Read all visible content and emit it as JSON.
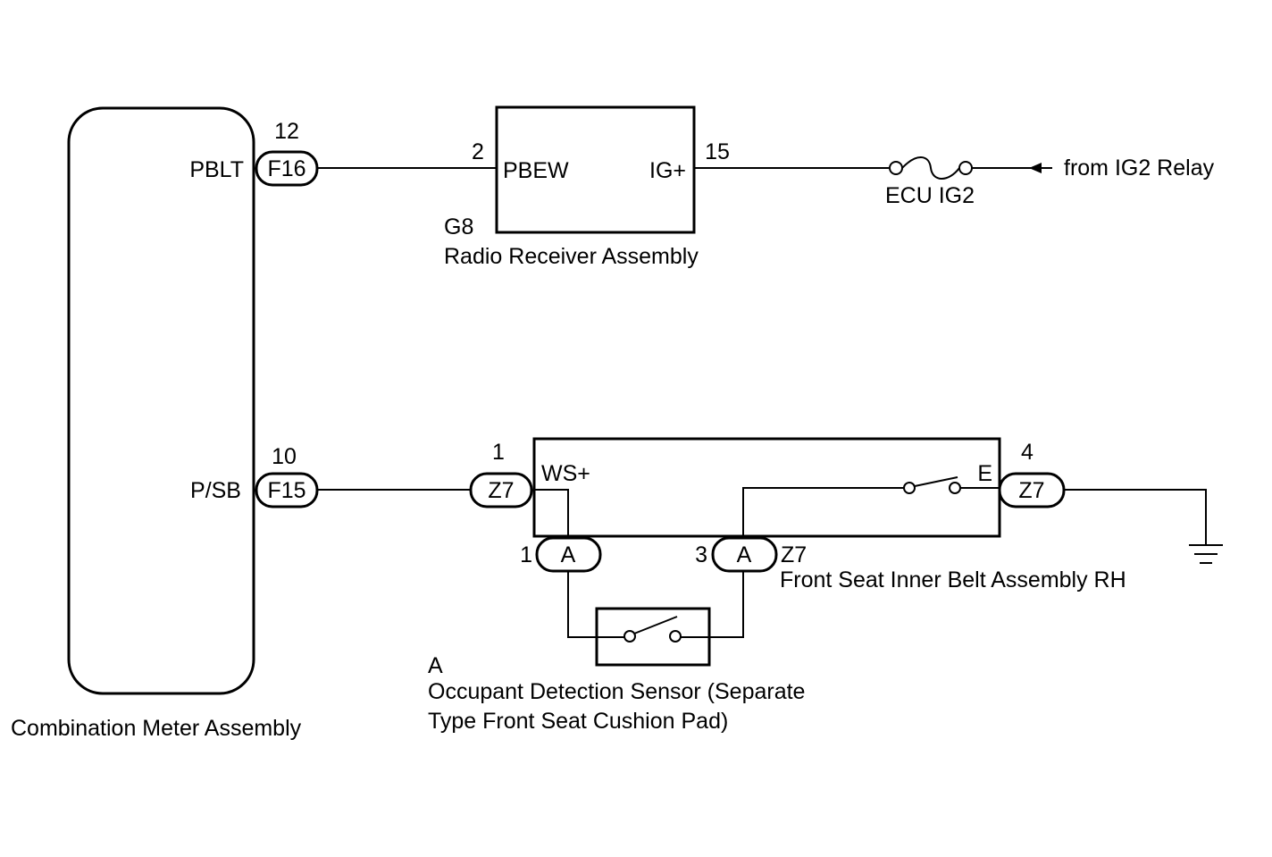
{
  "combination_meter": {
    "name": "Combination Meter Assembly",
    "terminals": [
      {
        "label": "PBLT",
        "pin": "12",
        "connector": "F16"
      },
      {
        "label": "P/SB",
        "pin": "10",
        "connector": "F15"
      }
    ]
  },
  "radio_receiver": {
    "code": "G8",
    "name": "Radio Receiver Assembly",
    "terminals": [
      {
        "label": "PBEW",
        "pin": "2"
      },
      {
        "label": "IG+",
        "pin": "15"
      }
    ]
  },
  "fuse": {
    "name": "ECU IG2",
    "source": "from IG2 Relay"
  },
  "belt_assembly": {
    "name": "Front Seat Inner Belt Assembly RH",
    "connector_code": "Z7",
    "terminals": [
      {
        "label": "WS+",
        "pin": "1",
        "connector": "Z7"
      },
      {
        "label": "E",
        "pin": "4",
        "connector": "Z7"
      }
    ],
    "sensor_connectors": [
      {
        "pin": "1",
        "connector": "A"
      },
      {
        "pin": "3",
        "connector": "A"
      }
    ]
  },
  "occupant_sensor": {
    "code": "A",
    "name_line1": "Occupant Detection Sensor (Separate",
    "name_line2": "Type Front Seat Cushion Pad)"
  }
}
